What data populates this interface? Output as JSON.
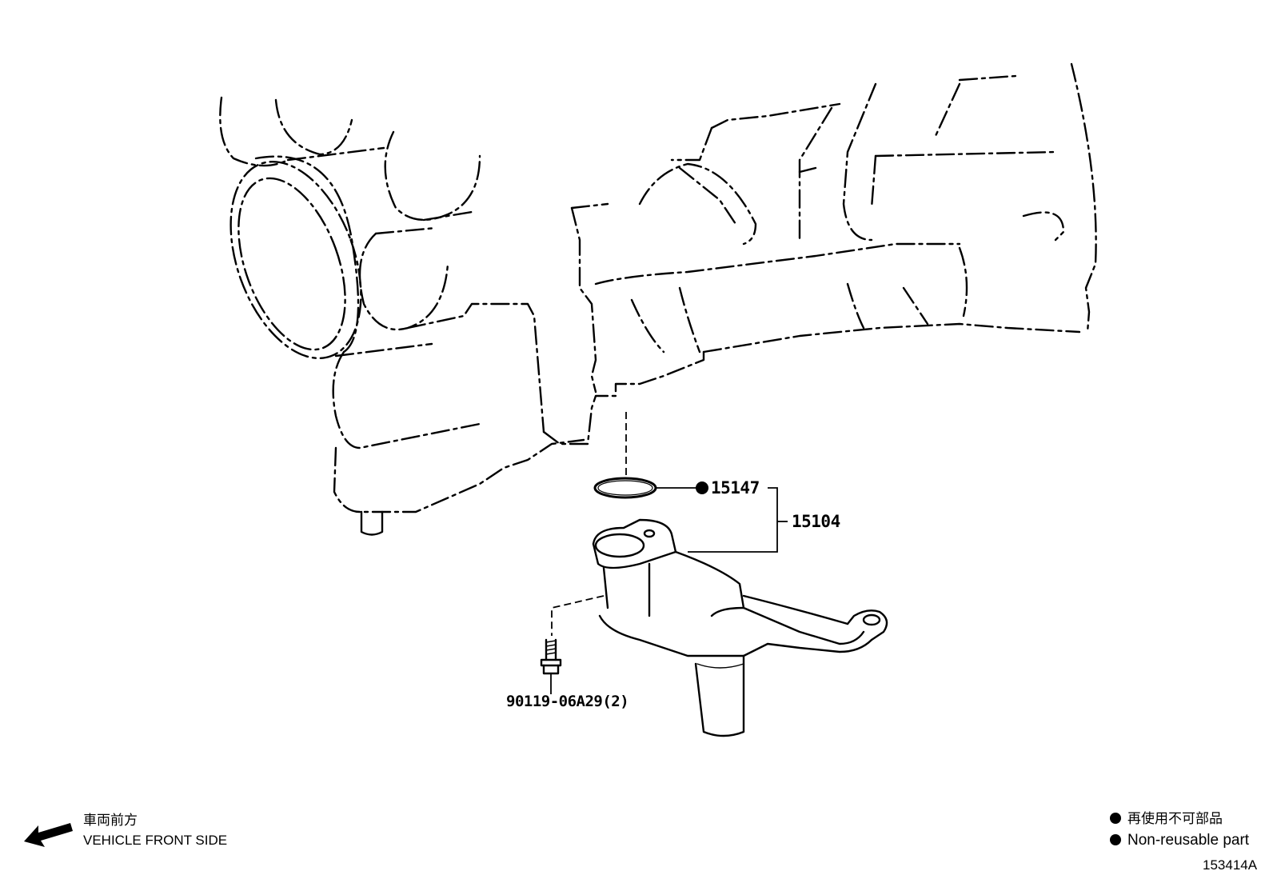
{
  "parts": [
    {
      "id": "oring",
      "number": "15147",
      "non_reusable": true
    },
    {
      "id": "assembly",
      "number": "15104",
      "non_reusable": false
    },
    {
      "id": "bolt",
      "number": "90119-06A29(2)",
      "non_reusable": false
    }
  ],
  "front_indicator": {
    "label_jp": "車両前方",
    "label_en": "VEHICLE FRONT SIDE",
    "icon": "arrow-left-down-icon"
  },
  "legend": {
    "label_jp": "再使用不可部品",
    "label_en": "Non-reusable part",
    "icon": "filled-circle-icon"
  },
  "illustration_id": "153414A"
}
